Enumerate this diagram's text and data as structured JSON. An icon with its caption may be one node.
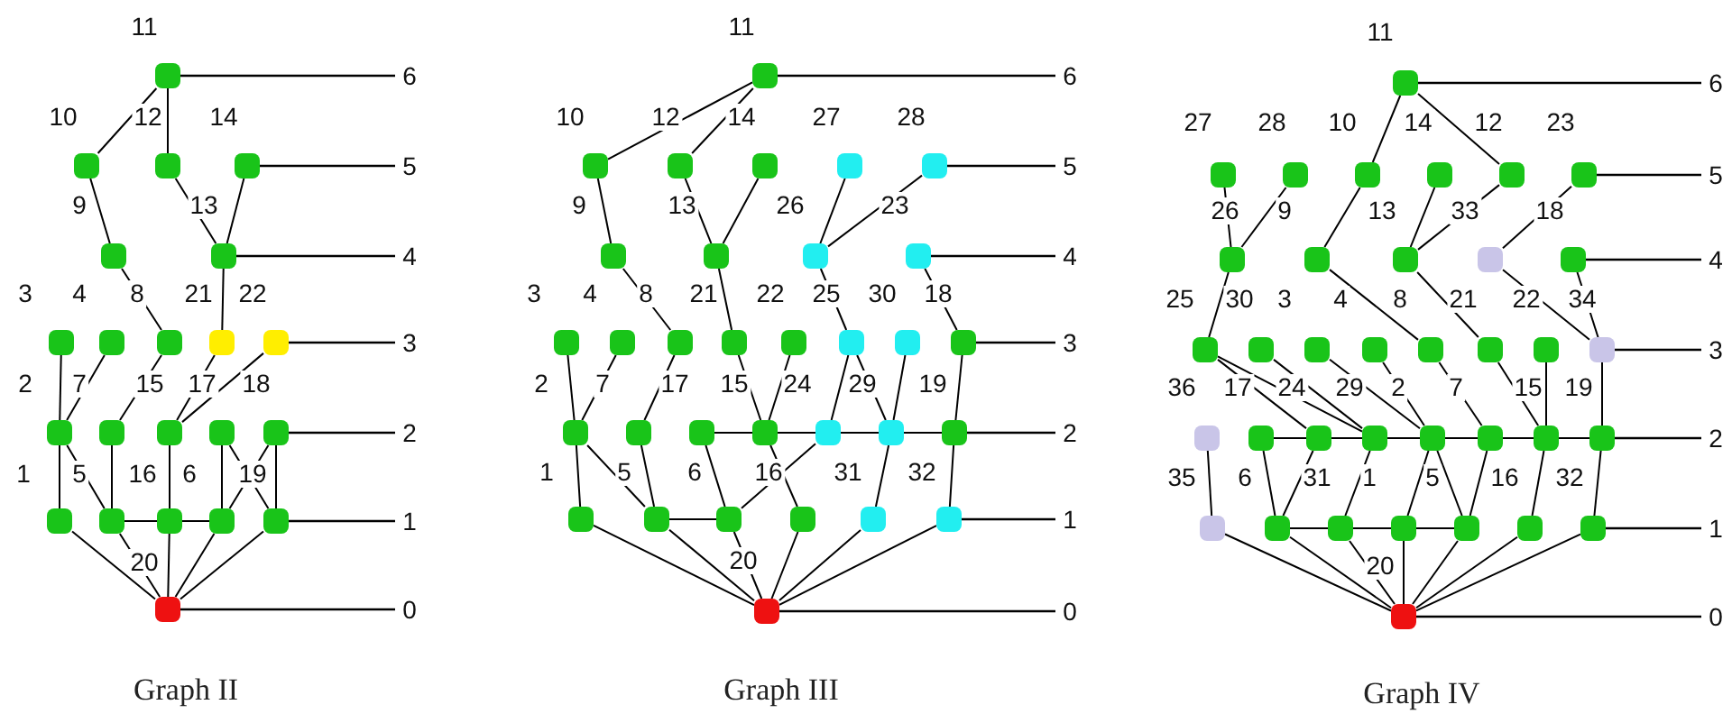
{
  "diagram": {
    "nodes": [
      {
        "text": [],
        "shape": "circle"
      },
      {
        "text": [
          "6"
        ]
      },
      {
        "text": [],
        "shape": "circle"
      },
      {
        "text": [],
        "shape": "circle"
      },
      {
        "text": [],
        "shape": "circle"
      },
      {
        "text": [
          "5"
        ]
      },
      {
        "text": [],
        "shape": "circle"
      },
      {
        "text": [],
        "shape": "circle"
      },
      {
        "text": [
          "4"
        ]
      },
      {
        "text": [],
        "shape": "circle"
      },
      {
        "text": [],
        "shape": "circle"
      },
      {
        "text": [],
        "shape": "circle"
      },
      {
        "text": [],
        "shape": "circle"
      },
      {
        "text": [],
        "shape": "circle"
      },
      {
        "text": [
          "3"
        ]
      },
      {
        "text": [],
        "shape": "circle"
      },
      {
        "text": [],
        "shape": "circle"
      },
      {
        "text": [],
        "shape": "circle"
      },
      {
        "text": [],
        "shape": "circle"
      },
      {
        "text": [],
        "shape": "circle"
      },
      {
        "text": [
          "2"
        ]
      },
      {
        "text": [],
        "shape": "circle"
      },
      {
        "text": [],
        "shape": "circle"
      },
      {
        "text": [],
        "shape": "circle"
      },
      {
        "text": [],
        "shape": "circle"
      },
      {
        "text": [],
        "shape": "circle"
      },
      {
        "text": [
          "1"
        ]
      },
      {
        "text": [],
        "shape": "circle"
      },
      {
        "text": [
          "0"
        ]
      },
      {
        "text": [],
        "shape": "circle"
      },
      {
        "text": [
          "6"
        ]
      },
      {
        "text": [],
        "shape": "circle"
      },
      {
        "text": [],
        "shape": "circle"
      },
      {
        "text": [],
        "shape": "circle"
      },
      {
        "text": [],
        "shape": "circle"
      },
      {
        "text": [],
        "shape": "circle"
      },
      {
        "text": [
          "5"
        ]
      },
      {
        "text": [],
        "shape": "circle"
      },
      {
        "text": [],
        "shape": "circle"
      },
      {
        "text": [],
        "shape": "circle"
      },
      {
        "text": [],
        "shape": "circle"
      },
      {
        "text": [
          "4"
        ]
      },
      {
        "text": [],
        "shape": "circle"
      },
      {
        "text": [],
        "shape": "circle"
      },
      {
        "text": [],
        "shape": "circle"
      },
      {
        "text": [],
        "shape": "circle"
      },
      {
        "text": [],
        "shape": "circle"
      },
      {
        "text": [],
        "shape": "circle"
      },
      {
        "text": [],
        "shape": "circle"
      },
      {
        "text": [],
        "shape": "circle"
      },
      {
        "text": [
          "3"
        ]
      },
      {
        "text": [],
        "shape": "circle"
      },
      {
        "text": [],
        "shape": "circle"
      },
      {
        "text": [],
        "shape": "circle"
      },
      {
        "text": [],
        "shape": "circle"
      },
      {
        "text": [],
        "shape": "circle"
      },
      {
        "text": [],
        "shape": "circle"
      },
      {
        "text": [],
        "shape": "circle"
      },
      {
        "text": [
          "2"
        ]
      },
      {
        "text": [],
        "shape": "circle"
      },
      {
        "text": [],
        "shape": "circle"
      },
      {
        "text": [],
        "shape": "circle"
      },
      {
        "text": [],
        "shape": "circle"
      },
      {
        "text": [],
        "shape": "circle"
      },
      {
        "text": [],
        "shape": "circle"
      },
      {
        "text": [
          "1"
        ]
      },
      {
        "text": [],
        "shape": "circle"
      },
      {
        "text": [
          "0"
        ]
      },
      {
        "text": [],
        "shape": "circle"
      },
      {
        "text": [
          "6"
        ]
      },
      {
        "text": [],
        "shape": "circle"
      },
      {
        "text": [],
        "shape": "circle"
      },
      {
        "text": [],
        "shape": "circle"
      },
      {
        "text": [],
        "shape": "circle"
      },
      {
        "text": [],
        "shape": "circle"
      },
      {
        "text": [],
        "shape": "circle"
      },
      {
        "text": [
          "5"
        ]
      },
      {
        "text": [],
        "shape": "circle"
      },
      {
        "text": [],
        "shape": "circle"
      },
      {
        "text": [],
        "shape": "circle"
      },
      {
        "text": [],
        "shape": "circle"
      },
      {
        "text": [],
        "shape": "circle"
      },
      {
        "text": [
          "4"
        ]
      },
      {
        "text": [],
        "shape": "circle"
      },
      {
        "text": [],
        "shape": "circle"
      },
      {
        "text": [],
        "shape": "circle"
      },
      {
        "text": [],
        "shape": "circle"
      },
      {
        "text": [],
        "shape": "circle"
      },
      {
        "text": [],
        "shape": "circle"
      },
      {
        "text": [],
        "shape": "circle"
      },
      {
        "text": [],
        "shape": "circle"
      },
      {
        "text": [
          "3"
        ]
      },
      {
        "text": [],
        "shape": "circle"
      },
      {
        "text": [],
        "shape": "circle"
      },
      {
        "text": [],
        "shape": "circle"
      },
      {
        "text": [],
        "shape": "circle"
      },
      {
        "text": [],
        "shape": "circle"
      },
      {
        "text": [],
        "shape": "circle"
      },
      {
        "text": [],
        "shape": "circle"
      },
      {
        "text": [],
        "shape": "circle"
      },
      {
        "text": [
          "2"
        ]
      },
      {
        "text": [],
        "shape": "circle"
      },
      {
        "text": [],
        "shape": "circle"
      },
      {
        "text": [],
        "shape": "circle"
      },
      {
        "text": [],
        "shape": "circle"
      },
      {
        "text": [],
        "shape": "circle"
      },
      {
        "text": [],
        "shape": "circle"
      },
      {
        "text": [],
        "shape": "circle"
      },
      {
        "text": [
          "1"
        ]
      },
      {
        "text": [],
        "shape": "circle"
      },
      {
        "text": [
          "0"
        ]
      }
    ],
    "edges": [
      {
        "from": 0,
        "to": 2,
        "arrow": "none"
      },
      {
        "from": 0,
        "to": 3,
        "arrow": "none"
      },
      {
        "from": 2,
        "to": 6,
        "arrow": "none"
      },
      {
        "from": 3,
        "to": 7,
        "arrow": "none"
      },
      {
        "from": 4,
        "to": 7,
        "arrow": "none"
      },
      {
        "from": 6,
        "to": 11,
        "arrow": "none"
      },
      {
        "from": 7,
        "to": 12,
        "arrow": "none"
      },
      {
        "from": 9,
        "to": 15,
        "arrow": "none"
      },
      {
        "from": 10,
        "to": 15,
        "arrow": "none"
      },
      {
        "from": 11,
        "to": 16,
        "arrow": "none"
      },
      {
        "from": 12,
        "to": 17,
        "arrow": "none"
      },
      {
        "from": 13,
        "to": 17,
        "arrow": "none"
      },
      {
        "from": 15,
        "to": 21,
        "arrow": "none"
      },
      {
        "from": 15,
        "to": 22,
        "arrow": "none"
      },
      {
        "from": 16,
        "to": 22,
        "arrow": "none"
      },
      {
        "from": 17,
        "to": 23,
        "arrow": "none"
      },
      {
        "from": 18,
        "to": 24,
        "arrow": "none"
      },
      {
        "from": 18,
        "to": 25,
        "arrow": "none"
      },
      {
        "from": 19,
        "to": 24,
        "arrow": "none"
      },
      {
        "from": 19,
        "to": 25,
        "arrow": "none"
      },
      {
        "from": 22,
        "to": 23,
        "arrow": "none"
      },
      {
        "from": 23,
        "to": 24,
        "arrow": "none"
      },
      {
        "from": 21,
        "to": 27,
        "arrow": "none"
      },
      {
        "from": 22,
        "to": 27,
        "arrow": "none"
      },
      {
        "from": 23,
        "to": 27,
        "arrow": "none"
      },
      {
        "from": 24,
        "to": 27,
        "arrow": "none"
      },
      {
        "from": 25,
        "to": 27,
        "arrow": "none"
      },
      {
        "from": 1,
        "to": 0,
        "arrow": "none"
      },
      {
        "from": 5,
        "to": 4,
        "arrow": "none"
      },
      {
        "from": 8,
        "to": 7,
        "arrow": "none"
      },
      {
        "from": 14,
        "to": 13,
        "arrow": "none"
      },
      {
        "from": 20,
        "to": 19,
        "arrow": "none"
      },
      {
        "from": 26,
        "to": 25,
        "arrow": "none"
      },
      {
        "from": 28,
        "to": 27,
        "arrow": "none"
      },
      {
        "from": 29,
        "to": 31,
        "arrow": "none"
      },
      {
        "from": 29,
        "to": 32,
        "arrow": "none"
      },
      {
        "from": 31,
        "to": 37,
        "arrow": "none"
      },
      {
        "from": 32,
        "to": 38,
        "arrow": "none"
      },
      {
        "from": 33,
        "to": 38,
        "arrow": "none"
      },
      {
        "from": 34,
        "to": 39,
        "arrow": "none"
      },
      {
        "from": 35,
        "to": 39,
        "arrow": "none"
      },
      {
        "from": 37,
        "to": 44,
        "arrow": "none"
      },
      {
        "from": 38,
        "to": 45,
        "arrow": "none"
      },
      {
        "from": 39,
        "to": 47,
        "arrow": "none"
      },
      {
        "from": 40,
        "to": 49,
        "arrow": "none"
      },
      {
        "from": 42,
        "to": 51,
        "arrow": "none"
      },
      {
        "from": 43,
        "to": 51,
        "arrow": "none"
      },
      {
        "from": 44,
        "to": 52,
        "arrow": "none"
      },
      {
        "from": 45,
        "to": 54,
        "arrow": "none"
      },
      {
        "from": 46,
        "to": 54,
        "arrow": "none"
      },
      {
        "from": 47,
        "to": 55,
        "arrow": "none"
      },
      {
        "from": 47,
        "to": 56,
        "arrow": "none"
      },
      {
        "from": 48,
        "to": 56,
        "arrow": "none"
      },
      {
        "from": 49,
        "to": 57,
        "arrow": "none"
      },
      {
        "from": 53,
        "to": 54,
        "arrow": "none"
      },
      {
        "from": 54,
        "to": 55,
        "arrow": "none"
      },
      {
        "from": 55,
        "to": 56,
        "arrow": "none"
      },
      {
        "from": 56,
        "to": 57,
        "arrow": "none"
      },
      {
        "from": 51,
        "to": 59,
        "arrow": "none"
      },
      {
        "from": 51,
        "to": 60,
        "arrow": "none"
      },
      {
        "from": 52,
        "to": 60,
        "arrow": "none"
      },
      {
        "from": 53,
        "to": 61,
        "arrow": "none"
      },
      {
        "from": 54,
        "to": 62,
        "arrow": "none"
      },
      {
        "from": 55,
        "to": 61,
        "arrow": "none"
      },
      {
        "from": 56,
        "to": 63,
        "arrow": "none"
      },
      {
        "from": 57,
        "to": 64,
        "arrow": "none"
      },
      {
        "from": 60,
        "to": 61,
        "arrow": "none"
      },
      {
        "from": 59,
        "to": 66,
        "arrow": "none"
      },
      {
        "from": 60,
        "to": 66,
        "arrow": "none"
      },
      {
        "from": 61,
        "to": 66,
        "arrow": "none"
      },
      {
        "from": 62,
        "to": 66,
        "arrow": "none"
      },
      {
        "from": 63,
        "to": 66,
        "arrow": "none"
      },
      {
        "from": 64,
        "to": 66,
        "arrow": "none"
      },
      {
        "from": 30,
        "to": 29,
        "arrow": "none"
      },
      {
        "from": 36,
        "to": 35,
        "arrow": "none"
      },
      {
        "from": 41,
        "to": 40,
        "arrow": "none"
      },
      {
        "from": 50,
        "to": 49,
        "arrow": "none"
      },
      {
        "from": 58,
        "to": 57,
        "arrow": "none"
      },
      {
        "from": 65,
        "to": 64,
        "arrow": "none"
      },
      {
        "from": 67,
        "to": 66,
        "arrow": "none"
      },
      {
        "from": 68,
        "to": 72,
        "arrow": "none"
      },
      {
        "from": 68,
        "to": 74,
        "arrow": "none"
      },
      {
        "from": 70,
        "to": 77,
        "arrow": "none"
      },
      {
        "from": 71,
        "to": 77,
        "arrow": "none"
      },
      {
        "from": 72,
        "to": 78,
        "arrow": "none"
      },
      {
        "from": 73,
        "to": 79,
        "arrow": "none"
      },
      {
        "from": 74,
        "to": 79,
        "arrow": "none"
      },
      {
        "from": 75,
        "to": 80,
        "arrow": "none"
      },
      {
        "from": 77,
        "to": 83,
        "arrow": "none"
      },
      {
        "from": 78,
        "to": 87,
        "arrow": "none"
      },
      {
        "from": 79,
        "to": 88,
        "arrow": "none"
      },
      {
        "from": 80,
        "to": 90,
        "arrow": "none"
      },
      {
        "from": 81,
        "to": 90,
        "arrow": "none"
      },
      {
        "from": 83,
        "to": 94,
        "arrow": "none"
      },
      {
        "from": 83,
        "to": 95,
        "arrow": "none"
      },
      {
        "from": 84,
        "to": 95,
        "arrow": "none"
      },
      {
        "from": 85,
        "to": 96,
        "arrow": "none"
      },
      {
        "from": 86,
        "to": 96,
        "arrow": "none"
      },
      {
        "from": 87,
        "to": 97,
        "arrow": "none"
      },
      {
        "from": 88,
        "to": 98,
        "arrow": "none"
      },
      {
        "from": 89,
        "to": 98,
        "arrow": "none"
      },
      {
        "from": 90,
        "to": 99,
        "arrow": "none"
      },
      {
        "from": 93,
        "to": 94,
        "arrow": "none"
      },
      {
        "from": 94,
        "to": 95,
        "arrow": "none"
      },
      {
        "from": 95,
        "to": 96,
        "arrow": "none"
      },
      {
        "from": 96,
        "to": 97,
        "arrow": "none"
      },
      {
        "from": 97,
        "to": 98,
        "arrow": "none"
      },
      {
        "from": 98,
        "to": 99,
        "arrow": "none"
      },
      {
        "from": 92,
        "to": 101,
        "arrow": "none"
      },
      {
        "from": 93,
        "to": 102,
        "arrow": "none"
      },
      {
        "from": 94,
        "to": 102,
        "arrow": "none"
      },
      {
        "from": 95,
        "to": 103,
        "arrow": "none"
      },
      {
        "from": 96,
        "to": 104,
        "arrow": "none"
      },
      {
        "from": 96,
        "to": 105,
        "arrow": "none"
      },
      {
        "from": 97,
        "to": 105,
        "arrow": "none"
      },
      {
        "from": 98,
        "to": 106,
        "arrow": "none"
      },
      {
        "from": 99,
        "to": 107,
        "arrow": "none"
      },
      {
        "from": 102,
        "to": 103,
        "arrow": "none"
      },
      {
        "from": 103,
        "to": 104,
        "arrow": "none"
      },
      {
        "from": 104,
        "to": 105,
        "arrow": "none"
      },
      {
        "from": 101,
        "to": 109,
        "arrow": "none"
      },
      {
        "from": 102,
        "to": 109,
        "arrow": "none"
      },
      {
        "from": 103,
        "to": 109,
        "arrow": "none"
      },
      {
        "from": 104,
        "to": 109,
        "arrow": "none"
      },
      {
        "from": 105,
        "to": 109,
        "arrow": "none"
      },
      {
        "from": 106,
        "to": 109,
        "arrow": "none"
      },
      {
        "from": 107,
        "to": 109,
        "arrow": "none"
      },
      {
        "from": 69,
        "to": 68,
        "arrow": "none"
      },
      {
        "from": 76,
        "to": 75,
        "arrow": "none"
      },
      {
        "from": 82,
        "to": 81,
        "arrow": "none"
      },
      {
        "from": 91,
        "to": 90,
        "arrow": "none"
      },
      {
        "from": 100,
        "to": 99,
        "arrow": "none"
      },
      {
        "from": 108,
        "to": 107,
        "arrow": "none"
      },
      {
        "from": 110,
        "to": 109,
        "arrow": "none"
      }
    ],
    "labels": [
      "11",
      "10",
      "12",
      "14",
      "9",
      "13",
      "3",
      "4",
      "8",
      "21",
      "22",
      "2",
      "7",
      "15",
      "17",
      "18",
      "1",
      "5",
      "16",
      "6",
      "19",
      "20",
      "Graph II",
      "11",
      "10",
      "12",
      "14",
      "27",
      "28",
      "9",
      "13",
      "26",
      "23",
      "3",
      "4",
      "8",
      "21",
      "22",
      "25",
      "30",
      "18",
      "2",
      "7",
      "17",
      "15",
      "24",
      "29",
      "19",
      "1",
      "5",
      "6",
      "16",
      "31",
      "32",
      "20",
      "Graph III",
      "11",
      "27",
      "28",
      "10",
      "14",
      "12",
      "23",
      "26",
      "9",
      "13",
      "33",
      "18",
      "25",
      "30",
      "3",
      "4",
      "8",
      "21",
      "22",
      "34",
      "36",
      "17",
      "24",
      "29",
      "2",
      "7",
      "15",
      "19",
      "35",
      "6",
      "31",
      "1",
      "5",
      "16",
      "32",
      "20",
      "Graph IV"
    ]
  }
}
